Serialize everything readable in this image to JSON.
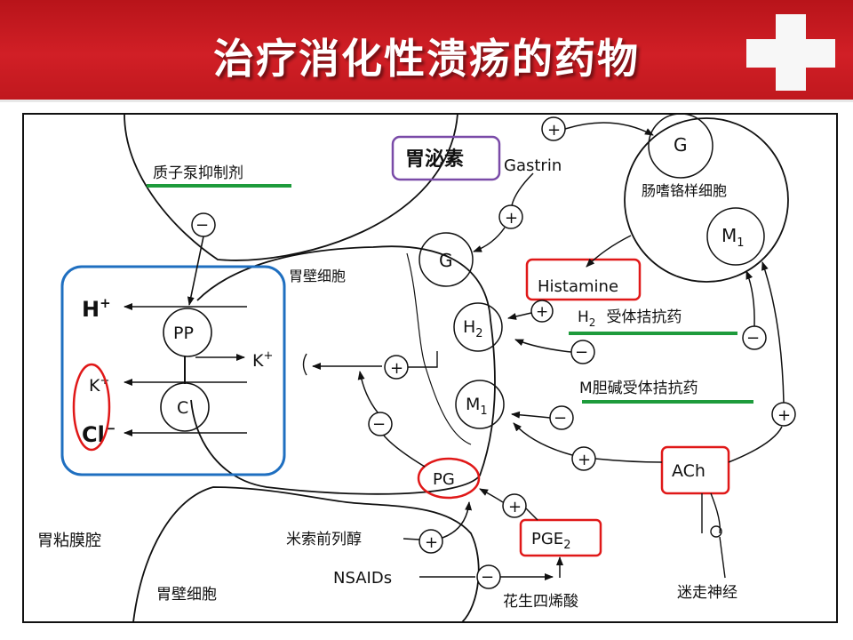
{
  "title": "治疗消化性溃疡的药物",
  "labels": {
    "ppi": "质子泵抑制剂",
    "gastrin_cn": "胃泌素",
    "gastrin": "Gastrin",
    "ecl_g": "G",
    "ecl_cell": "肠嗜铬样细胞",
    "ecl_m1": "M",
    "ecl_m1_sub": "1",
    "parietal_cell": "胃壁细胞",
    "receptor_g": "G",
    "receptor_h2": "H",
    "receptor_h2_sub": "2",
    "receptor_m1": "M",
    "receptor_m1_sub": "1",
    "histamine": "Histamine",
    "h2_antagonist": "受体拮抗药",
    "h2_antagonist_prefix": "H",
    "h2_antagonist_sub": "2",
    "m_antagonist": "M胆碱受体拮抗药",
    "h_plus": "H",
    "h_plus_sup": "+",
    "pp": "PP",
    "k_out": "K",
    "k_out_sup": "+",
    "k_in": "K",
    "k_in_sup": "+",
    "c": "C",
    "cl": "Cl",
    "cl_sup": "−",
    "pg": "PG",
    "pge2": "PGE",
    "pge2_sub": "2",
    "ach": "ACh",
    "lumen": "胃粘膜腔",
    "wall_cell": "胃壁细胞",
    "misoprostol": "米索前列醇",
    "nsaids": "NSAIDs",
    "arachidonic": "花生四烯酸",
    "vagus": "迷走神经"
  },
  "signs": {
    "plus": "+",
    "minus": "−"
  },
  "colors": {
    "banner": "#c8161d",
    "green_underline": "#1e9b3c",
    "red_box": "#e01818",
    "purple_box": "#7a4ba8",
    "blue_box": "#1f6fc0"
  }
}
